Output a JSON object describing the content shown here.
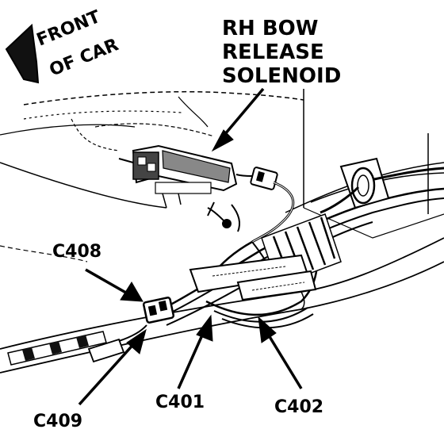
{
  "orientation": {
    "line1": "FRONT",
    "line2": "OF CAR"
  },
  "solenoid_label": {
    "line1": "RH BOW",
    "line2": "RELEASE",
    "line3": "SOLENOID"
  },
  "connectors": {
    "c408": "C408",
    "c409": "C409",
    "c401": "C401",
    "c402": "C402"
  }
}
